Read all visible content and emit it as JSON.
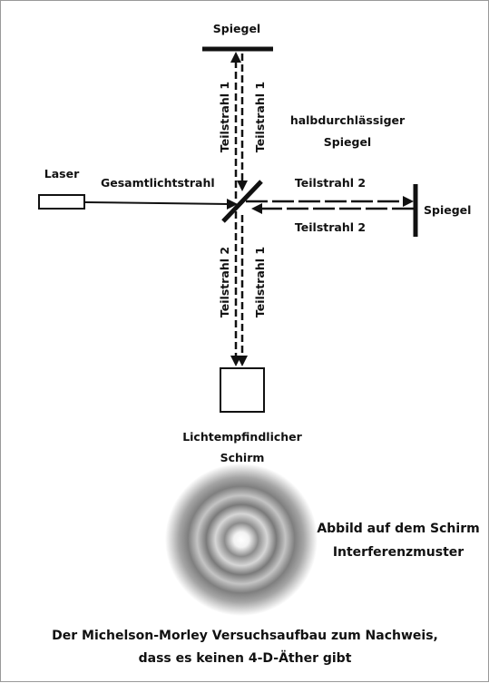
{
  "labels": {
    "mirror_top": "Spiegel",
    "mirror_right": "Spiegel",
    "laser": "Laser",
    "total_beam": "Gesamtlichtstrahl",
    "beam_splitter_line1": "halbdurchlässiger",
    "beam_splitter_line2": "Spiegel",
    "sub_beam_1_up": "Teilstrahl 1",
    "sub_beam_1_down_upper": "Teilstrahl 1",
    "sub_beam_2_right_upper": "Teilstrahl 2",
    "sub_beam_2_right_lower": "Teilstrahl 2",
    "sub_beam_2_down": "Teilstrahl 2",
    "sub_beam_1_down": "Teilstrahl 1",
    "screen_line1": "Lichtempfindlicher",
    "screen_line2": "Schirm",
    "pattern_line1": "Abbild auf dem Schirm",
    "pattern_line2": "Interferenzmuster",
    "caption_line1": "Der Michelson-Morley Versuchsaufbau zum Nachweis,",
    "caption_line2": "dass es keinen 4-D-Äther gibt"
  },
  "colors": {
    "ink": "#111111",
    "pattern_light": "#ffffff",
    "pattern_dark": "#777777"
  }
}
